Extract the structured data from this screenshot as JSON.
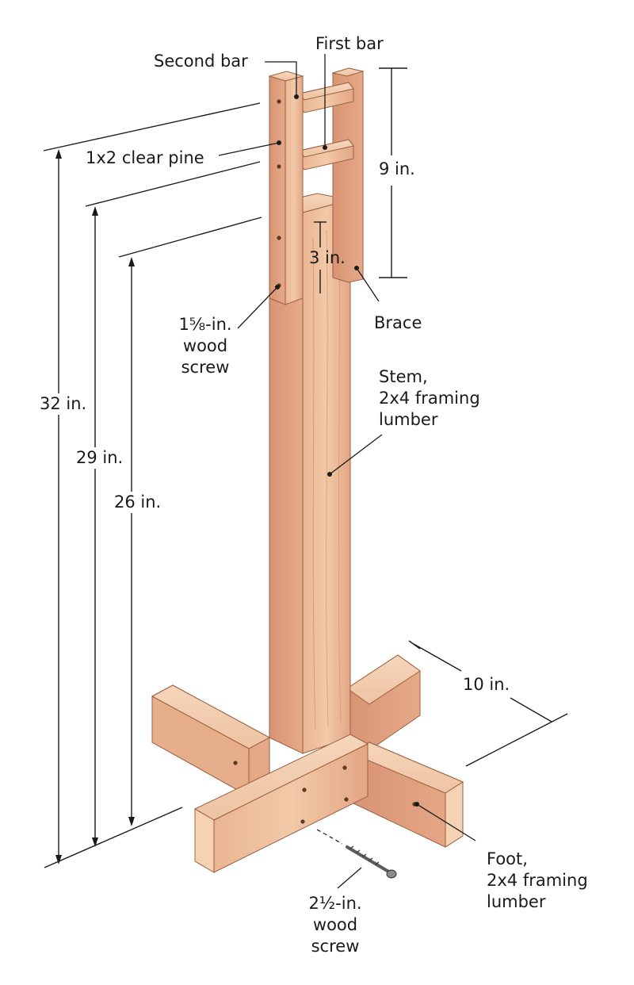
{
  "labels": {
    "first_bar": "First bar",
    "second_bar": "Second bar",
    "clear_pine": "1x2 clear pine",
    "nine_in": "9 in.",
    "three_in": "3 in.",
    "brace": "Brace",
    "wood_screw_top_1": "1⅝-in.",
    "wood_screw_top_2": "wood",
    "wood_screw_top_3": "screw",
    "stem_1": "Stem,",
    "stem_2": "2x4 framing",
    "stem_3": "lumber",
    "thirty_two_in": "32 in.",
    "twenty_nine_in": "29 in.",
    "twenty_six_in": "26 in.",
    "ten_in": "10 in.",
    "foot_1": "Foot,",
    "foot_2": "2x4 framing",
    "foot_3": "lumber",
    "wood_screw_bottom_1": "2½-in.",
    "wood_screw_bottom_2": "wood",
    "wood_screw_bottom_3": "screw"
  },
  "colors": {
    "wood_light": "#f1c9a8",
    "wood_mid": "#e3a883",
    "wood_dark": "#c98463",
    "wood_end": "#f4d4b6",
    "ink": "#1a1a1a"
  }
}
